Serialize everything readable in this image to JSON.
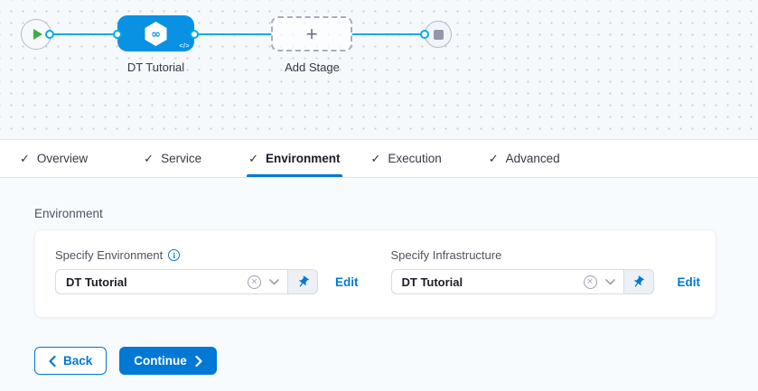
{
  "pipeline": {
    "stage_label": "DT Tutorial",
    "add_stage_label": "Add Stage",
    "code_glyph": "</>"
  },
  "icons": {
    "check": "✓",
    "info": "i",
    "clear": "×",
    "plus": "+"
  },
  "tabs": [
    {
      "label": "Overview",
      "checked": true,
      "active": false
    },
    {
      "label": "Service",
      "checked": true,
      "active": false
    },
    {
      "label": "Environment",
      "checked": true,
      "active": true
    },
    {
      "label": "Execution",
      "checked": true,
      "active": false
    },
    {
      "label": "Advanced",
      "checked": true,
      "active": false
    }
  ],
  "environment_section": {
    "title": "Environment",
    "fields": [
      {
        "label": "Specify Environment",
        "has_info": true,
        "value": "DT Tutorial",
        "edit_label": "Edit"
      },
      {
        "label": "Specify Infrastructure",
        "has_info": false,
        "value": "DT Tutorial",
        "edit_label": "Edit"
      }
    ]
  },
  "footer": {
    "back_label": "Back",
    "continue_label": "Continue"
  },
  "colors": {
    "primary_blue": "#0278d5",
    "stage_node_blue": "#0992e4",
    "edge_blue": "#00ade4",
    "play_green": "#42ab45",
    "canvas_bg": "#f5f9fc",
    "content_bg": "#f8fbfe"
  }
}
